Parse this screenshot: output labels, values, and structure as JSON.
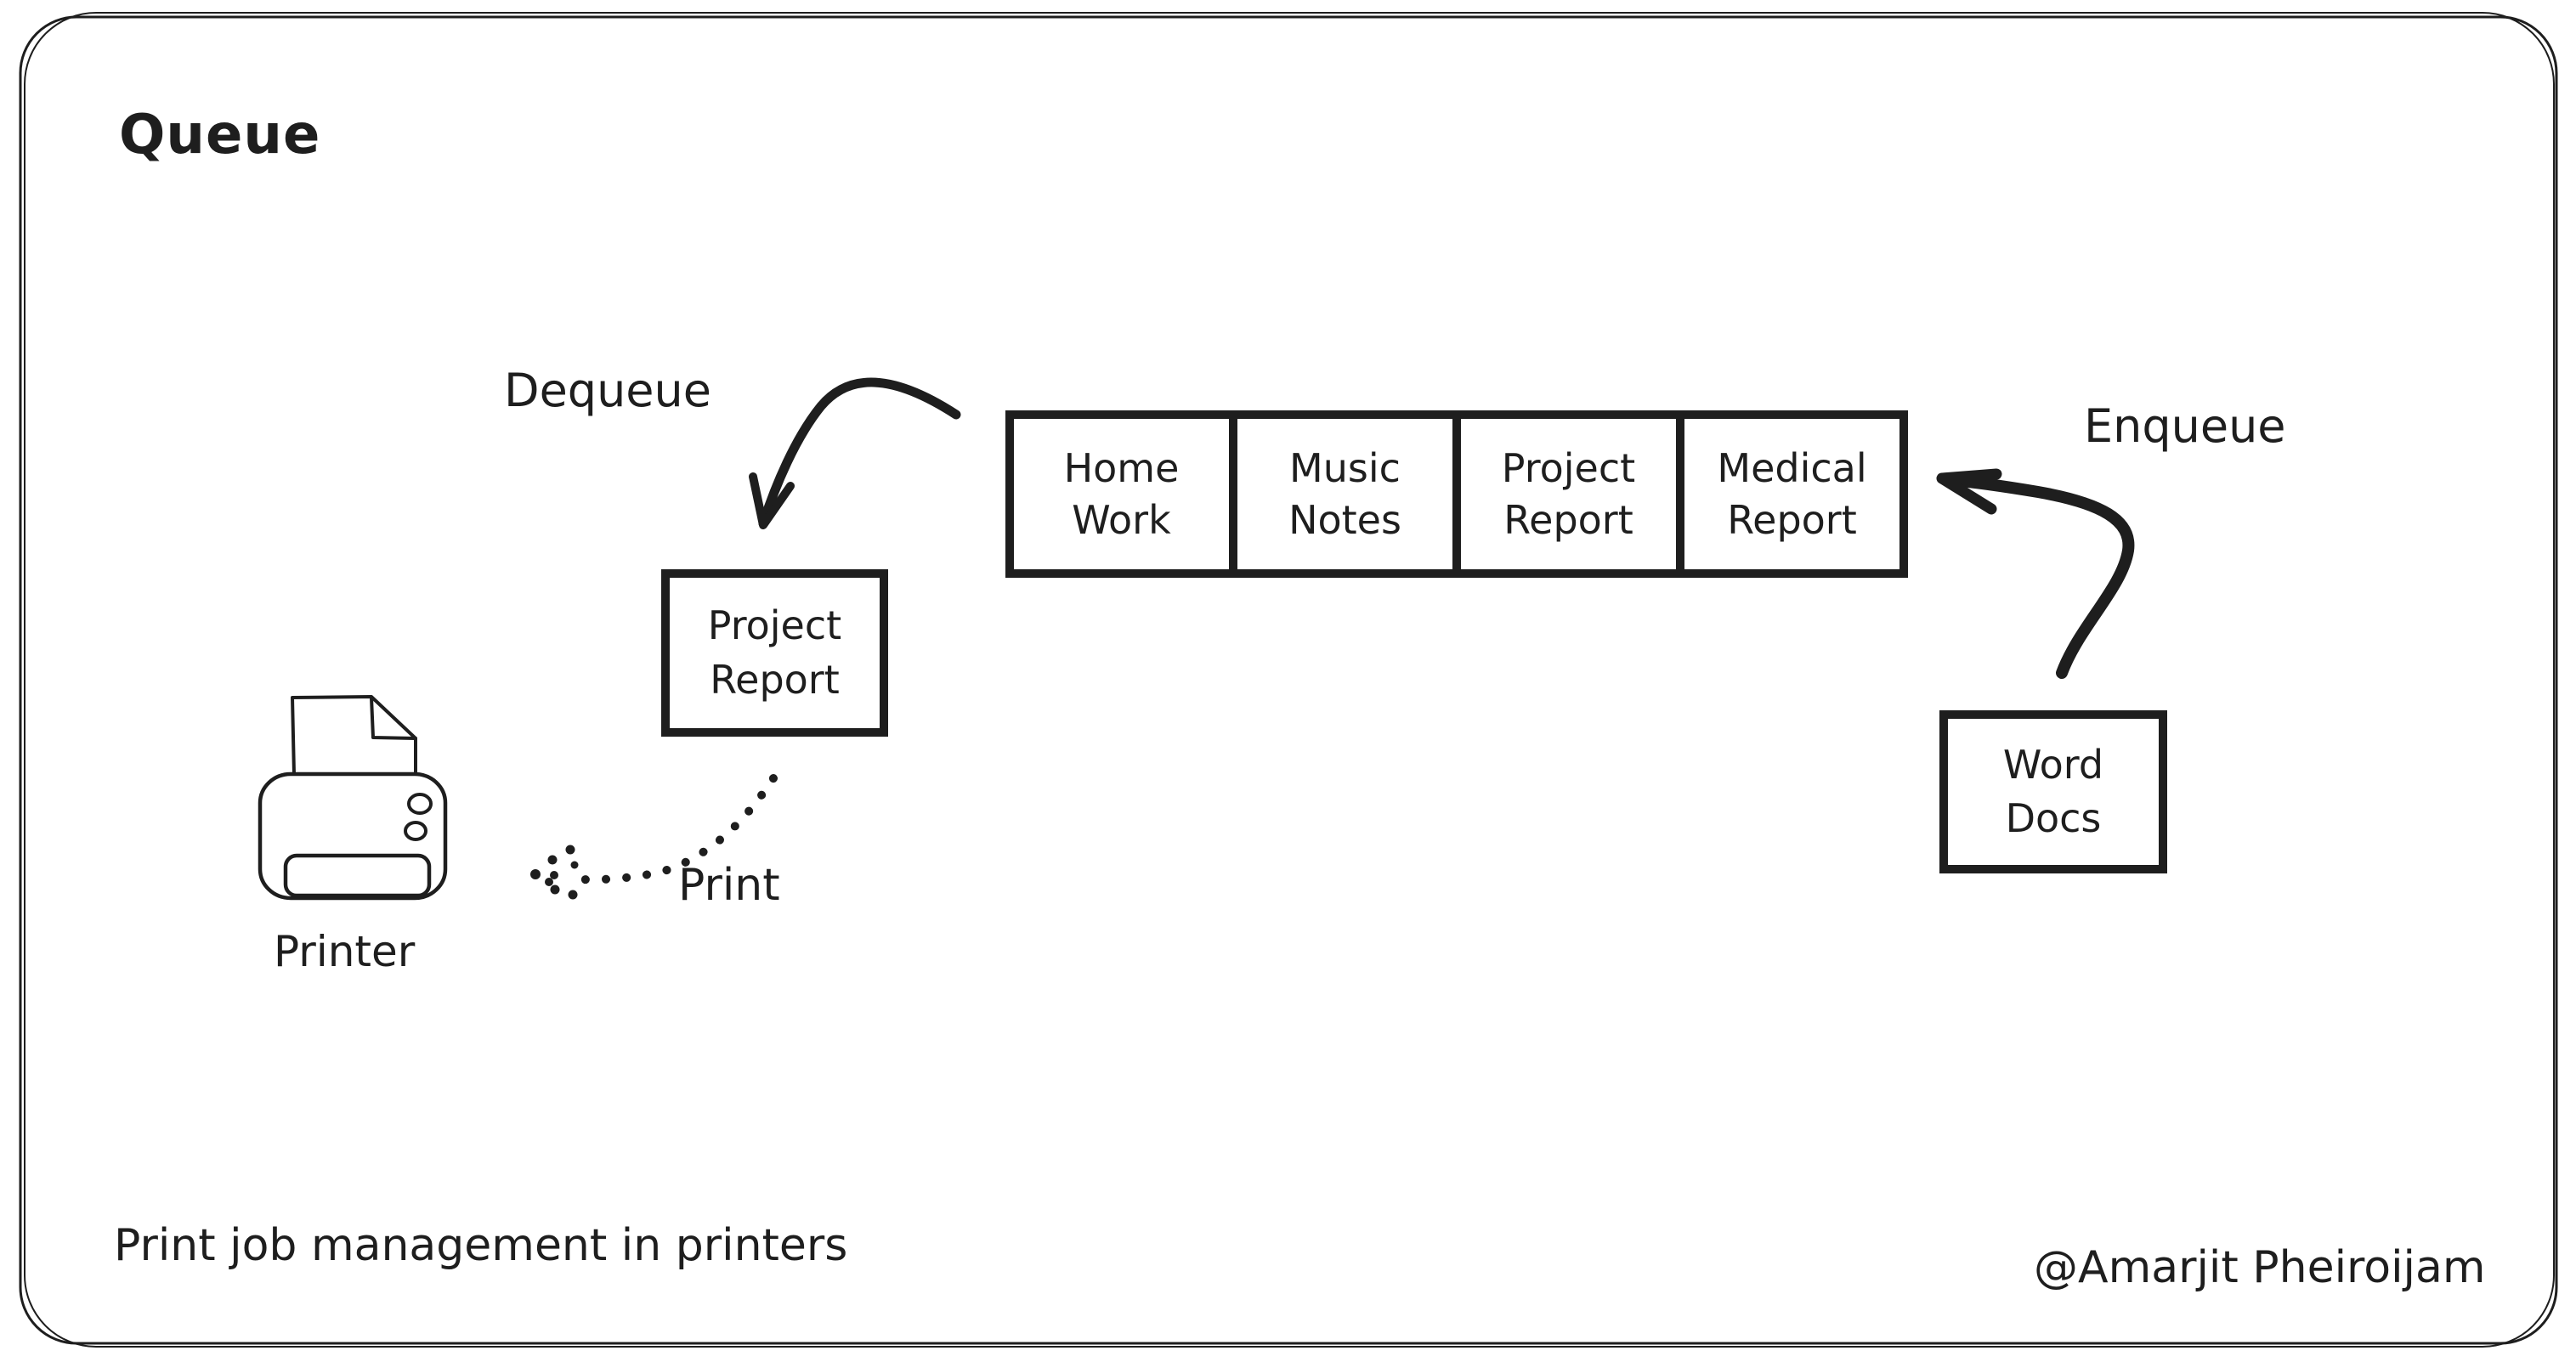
{
  "title": "Queue",
  "colors": {
    "ink": "#1e1e1e",
    "background": "#ffffff"
  },
  "operations": {
    "dequeue_label": "Dequeue",
    "enqueue_label": "Enqueue",
    "print_label": "Print"
  },
  "queue": {
    "items": [
      {
        "lines": [
          "Home",
          "Work"
        ]
      },
      {
        "lines": [
          "Music",
          "Notes"
        ]
      },
      {
        "lines": [
          "Project",
          "Report"
        ]
      },
      {
        "lines": [
          "Medical",
          "Report"
        ]
      }
    ]
  },
  "dequeued_item": {
    "lines": [
      "Project",
      "Report"
    ]
  },
  "incoming_item": {
    "lines": [
      "Word",
      "Docs"
    ]
  },
  "printer": {
    "label": "Printer"
  },
  "caption": "Print job management in printers",
  "credit": "@Amarjit Pheiroijam"
}
